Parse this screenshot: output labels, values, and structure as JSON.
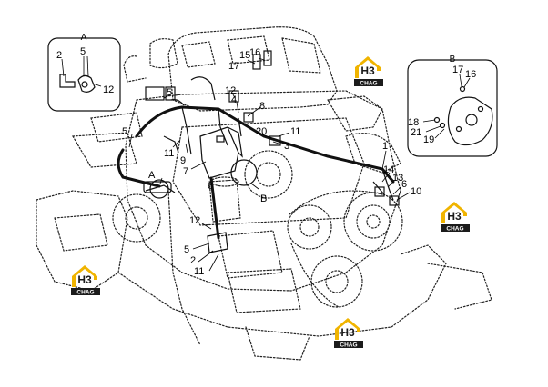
{
  "insets": {
    "a": {
      "label": "A",
      "callouts": [
        "2",
        "5",
        "12"
      ]
    },
    "b": {
      "label": "B",
      "callouts": [
        "17",
        "16",
        "18",
        "21",
        "19"
      ]
    }
  },
  "callouts": {
    "c15": "15",
    "c16": "16",
    "c17": "17",
    "c12": "12",
    "c4": "4",
    "c5": "5",
    "c8": "8",
    "c5b": "5",
    "c11": "11",
    "c9": "9",
    "c20": "20",
    "c3": "3",
    "c11b": "11",
    "c7": "7",
    "c6": "6",
    "c1": "1",
    "c14": "14",
    "c13": "13",
    "c6b": "6",
    "c10": "10",
    "c12b": "12",
    "c5c": "5",
    "c2": "2",
    "c11c": "11",
    "cA": "A",
    "cB": "B"
  },
  "watermark": {
    "letters": "H3",
    "subtitle": "CHAG",
    "colors": {
      "roof": "#f0b400",
      "badge": "#1b1b1b",
      "letters": "#1b1b1b"
    }
  },
  "colors": {
    "line": "#111111",
    "background": "#ffffff"
  }
}
